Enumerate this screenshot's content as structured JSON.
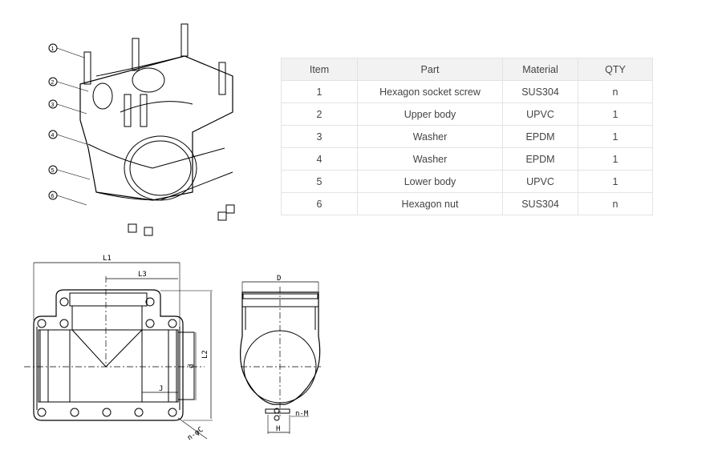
{
  "table": {
    "headers": [
      "Item",
      "Part",
      "Material",
      "QTY"
    ],
    "rows": [
      [
        "1",
        "Hexagon socket screw",
        "SUS304",
        "n"
      ],
      [
        "2",
        "Upper body",
        "UPVC",
        "1"
      ],
      [
        "3",
        "Washer",
        "EPDM",
        "1"
      ],
      [
        "4",
        "Washer",
        "EPDM",
        "1"
      ],
      [
        "5",
        "Lower body",
        "UPVC",
        "1"
      ],
      [
        "6",
        "Hexagon nut",
        "SUS304",
        "n"
      ]
    ]
  },
  "exploded_view": {
    "callouts": [
      "1",
      "2",
      "3",
      "4",
      "5",
      "6"
    ]
  },
  "front_view": {
    "dims": {
      "l1": "L1",
      "l3": "L3",
      "l2": "L2",
      "d": "d",
      "j": "J",
      "hole": "n-φC"
    }
  },
  "side_view": {
    "dims": {
      "D": "D",
      "H": "H",
      "nm": "n-M"
    }
  }
}
